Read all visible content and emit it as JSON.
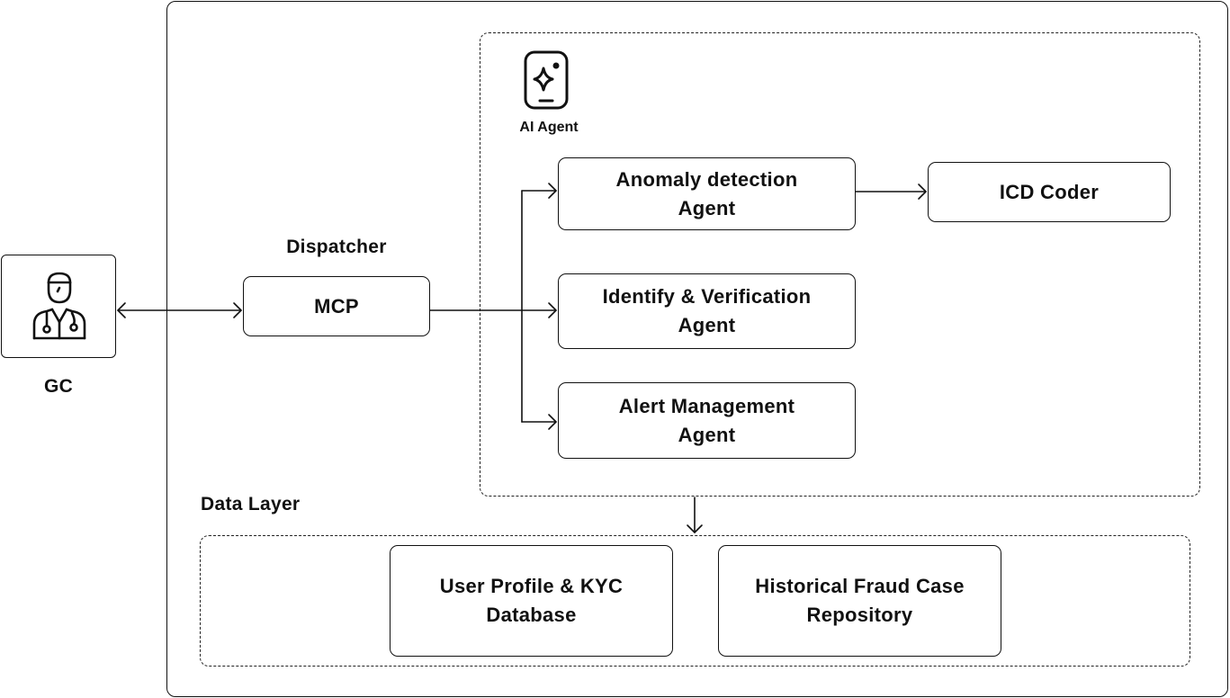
{
  "user": {
    "label": "GC",
    "icon": "doctor-icon"
  },
  "dispatcher": {
    "title": "Dispatcher",
    "node": "MCP"
  },
  "ai_agent": {
    "label": "AI Agent",
    "icon": "ai-sparkle-phone-icon",
    "agents": [
      "Anomaly detection\nAgent",
      "Identify & Verification\nAgent",
      "Alert Management\nAgent"
    ],
    "coder": "ICD Coder"
  },
  "data_layer": {
    "title": "Data Layer",
    "stores": [
      "User Profile & KYC\nDatabase",
      "Historical Fraud Case\nRepository"
    ]
  },
  "colors": {
    "stroke": "#111111",
    "background": "#ffffff"
  }
}
